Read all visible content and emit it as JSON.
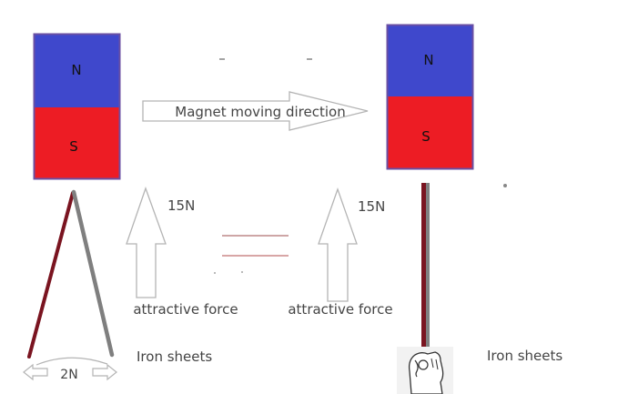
{
  "colors": {
    "north_pole": "#3f48cc",
    "south_pole": "#ed1c24",
    "magnet_border": "#6a4fa3",
    "sheet_dark": "#7a1420",
    "sheet_grey": "#7f7f7f",
    "arrow_outline": "#b4b4b4",
    "label_text": "#444444"
  },
  "magnet_left": {
    "north": "N",
    "south": "S"
  },
  "magnet_right": {
    "north": "N",
    "south": "S"
  },
  "motion_arrow": {
    "label": "Magnet moving direction",
    "icon": "right-arrow-outline"
  },
  "force_left": {
    "value": "15N",
    "label": "attractive force",
    "icon": "up-arrow-outline"
  },
  "force_right": {
    "value": "15N",
    "label": "attractive force",
    "icon": "up-arrow-outline"
  },
  "sheets_left": {
    "label": "Iron sheets",
    "spread_force": "2N"
  },
  "sheets_right": {
    "label": "Iron sheets",
    "icon": "hand-holding"
  }
}
